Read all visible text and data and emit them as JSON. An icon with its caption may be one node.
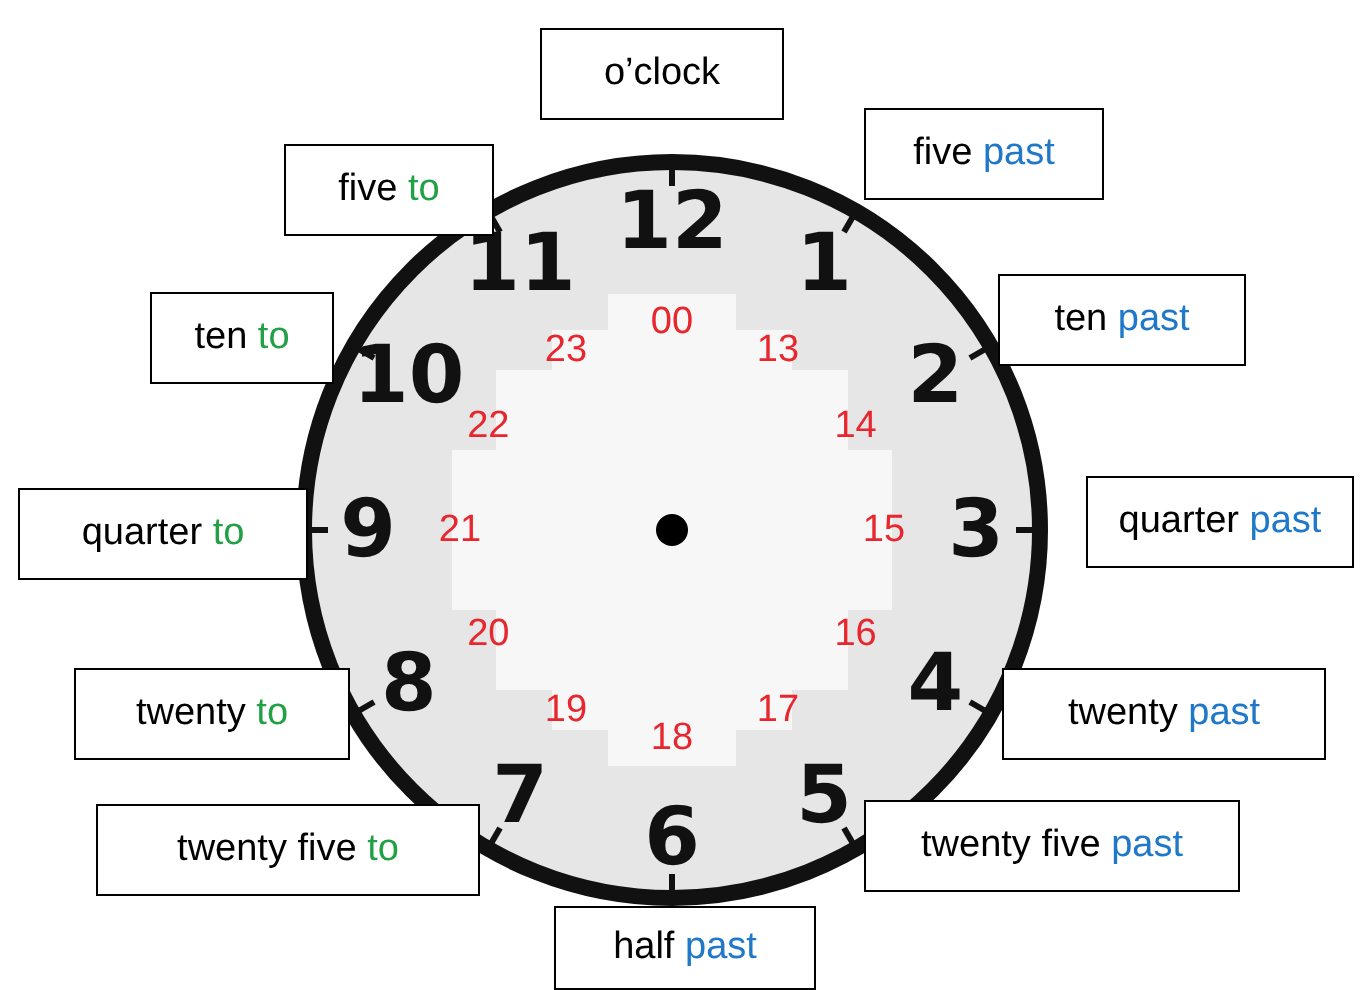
{
  "diagram": {
    "nodes": [
      {
        "text": [
          "o’clock"
        ]
      },
      {
        "text": [
          "five past"
        ]
      },
      {
        "text": [
          "ten past"
        ]
      },
      {
        "text": [
          "quarter past"
        ]
      },
      {
        "text": [
          "twenty past"
        ]
      },
      {
        "text": [
          "twenty five past"
        ]
      },
      {
        "text": [
          "half past"
        ]
      },
      {
        "text": [
          "twenty five to"
        ]
      },
      {
        "text": [
          "twenty to"
        ]
      },
      {
        "text": [
          "quarter to"
        ]
      },
      {
        "text": [
          "ten to"
        ]
      },
      {
        "text": [
          "five to"
        ]
      }
    ],
    "labels": [
      "12",
      "1",
      "2",
      "3",
      "4",
      "5",
      "6",
      "7",
      "8",
      "9",
      "10",
      "11",
      "00",
      "13",
      "14",
      "15",
      "16",
      "17",
      "18",
      "19",
      "20",
      "21",
      "22",
      "23"
    ]
  }
}
